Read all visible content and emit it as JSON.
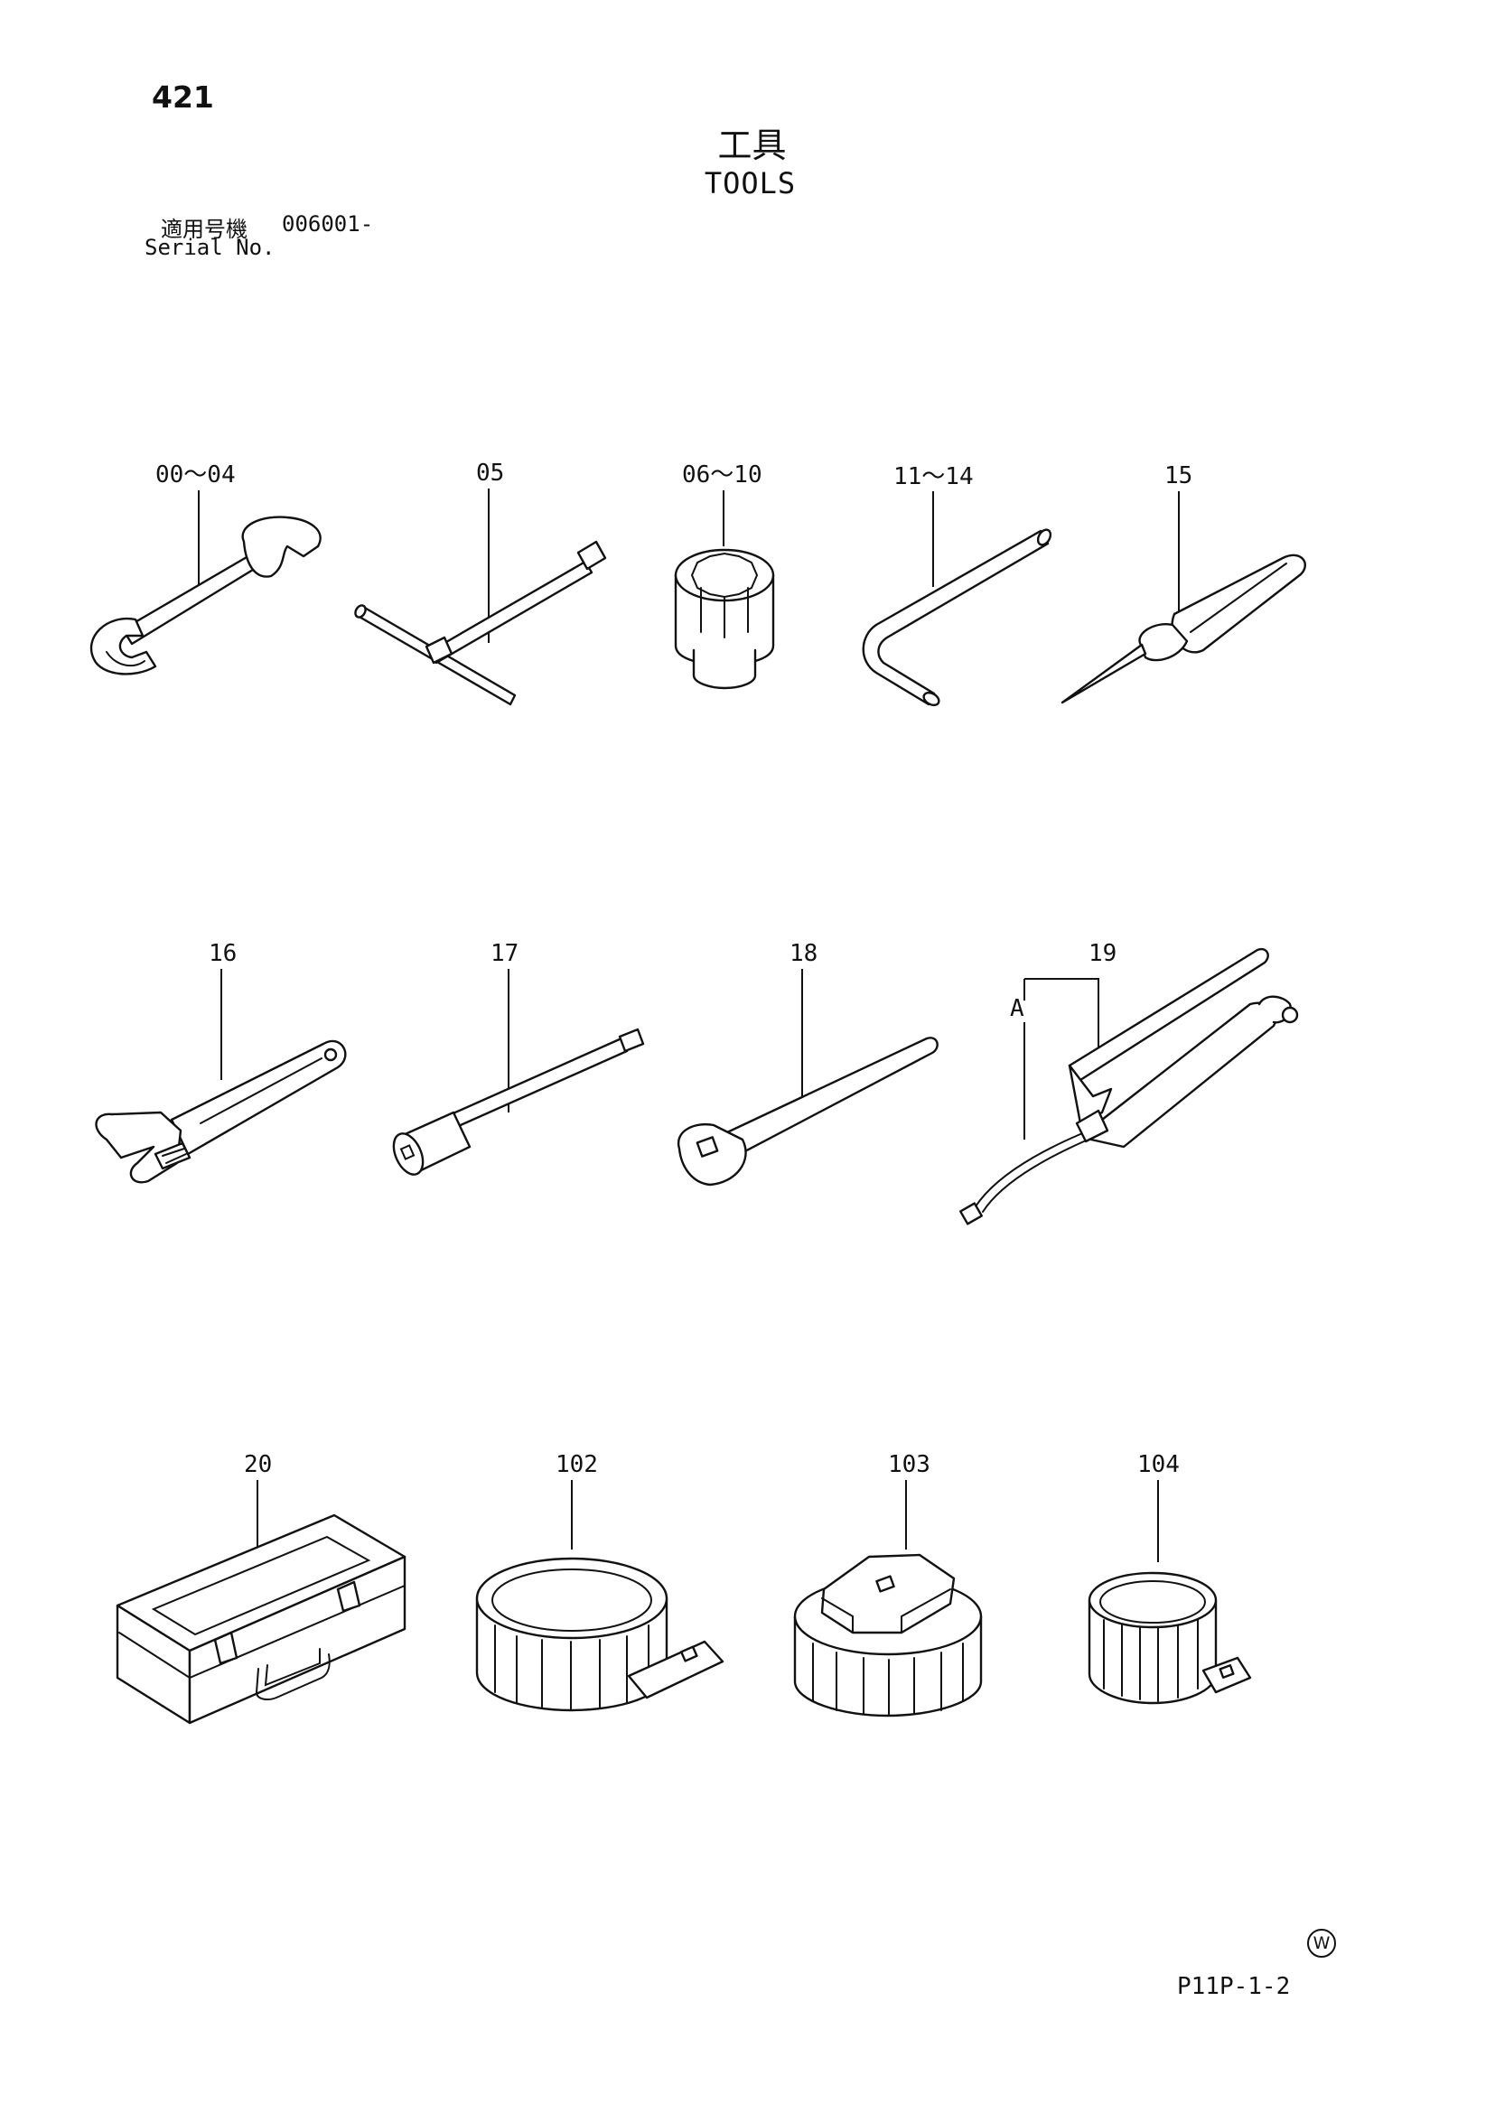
{
  "page_number": "421",
  "title_jp": "工具",
  "title_en": "TOOLS",
  "serial": {
    "label_jp": "適用号機",
    "label_en": "Serial No.",
    "value": "006001-"
  },
  "callouts": {
    "wrench": "00～04",
    "t_handle": "05",
    "socket": "06～10",
    "hex_key": "11～14",
    "screwdriver": "15",
    "adjustable_wrench": "16",
    "extension_bar": "17",
    "ratchet_handle": "18",
    "grease_gun": "19",
    "grease_gun_sub": "A",
    "tool_box": "20",
    "filter_wrench_large": "102",
    "filter_wrench_cap": "103",
    "filter_wrench_small": "104"
  },
  "manufacturer_mark": "W",
  "page_code": "P11P-1-2"
}
